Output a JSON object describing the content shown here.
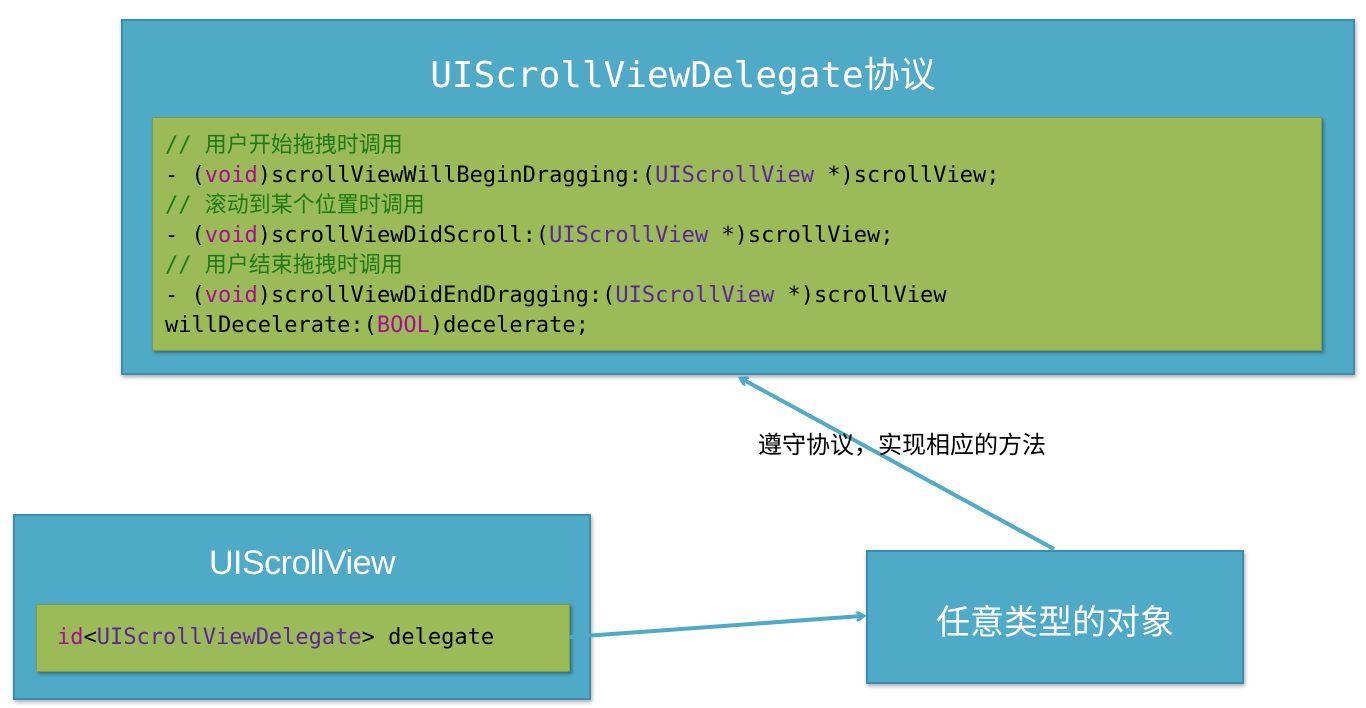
{
  "protocol_box": {
    "title": "UIScrollViewDelegate协议",
    "code_lines": [
      [
        {
          "t": "// 用户开始拖拽时调用",
          "c": "cmt"
        }
      ],
      [
        {
          "t": "- (",
          "c": "plain"
        },
        {
          "t": "void",
          "c": "kw"
        },
        {
          "t": ")scrollViewWillBeginDragging:(",
          "c": "plain"
        },
        {
          "t": "UIScrollView",
          "c": "cls"
        },
        {
          "t": " *)scrollView;",
          "c": "plain"
        }
      ],
      [
        {
          "t": "// 滚动到某个位置时调用",
          "c": "cmt"
        }
      ],
      [
        {
          "t": "- (",
          "c": "plain"
        },
        {
          "t": "void",
          "c": "kw"
        },
        {
          "t": ")scrollViewDidScroll:(",
          "c": "plain"
        },
        {
          "t": "UIScrollView",
          "c": "cls"
        },
        {
          "t": " *)scrollView;",
          "c": "plain"
        }
      ],
      [
        {
          "t": "// 用户结束拖拽时调用",
          "c": "cmt"
        }
      ],
      [
        {
          "t": "- (",
          "c": "plain"
        },
        {
          "t": "void",
          "c": "kw"
        },
        {
          "t": ")scrollViewDidEndDragging:(",
          "c": "plain"
        },
        {
          "t": "UIScrollView",
          "c": "cls"
        },
        {
          "t": " *)scrollView",
          "c": "plain"
        }
      ],
      [
        {
          "t": "willDecelerate:(",
          "c": "plain"
        },
        {
          "t": "BOOL",
          "c": "kw"
        },
        {
          "t": ")decelerate;",
          "c": "plain"
        }
      ]
    ]
  },
  "scrollview_box": {
    "title": "UIScrollView",
    "code_lines": [
      [
        {
          "t": "id",
          "c": "kw"
        },
        {
          "t": "<",
          "c": "plain"
        },
        {
          "t": "UIScrollViewDelegate",
          "c": "cls"
        },
        {
          "t": "> delegate",
          "c": "plain"
        }
      ]
    ]
  },
  "object_box": {
    "label": "任意类型的对象"
  },
  "arrows": {
    "conform_label": "遵守协议，实现相应的方法"
  },
  "colors": {
    "box_fill": "#4eaac6",
    "code_panel_fill": "#9bbb59",
    "comment": "#1e7b12",
    "keyword": "#aa0d91",
    "class_name": "#5c2699",
    "arrow": "#4eaac6"
  }
}
